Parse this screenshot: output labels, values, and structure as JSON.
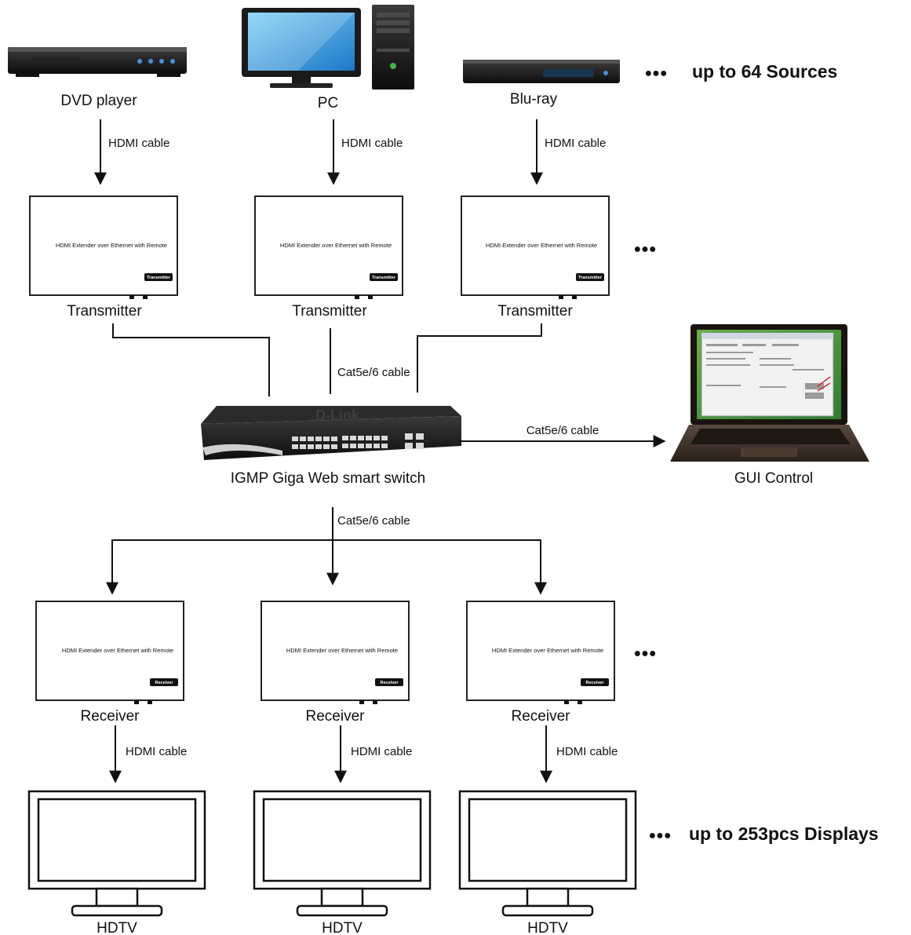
{
  "sources": {
    "dvd": "DVD player",
    "pc": "PC",
    "bluray": "Blu-ray",
    "more": "up to 64 Sources"
  },
  "cables": {
    "hdmi": "HDMI cable",
    "cat": "Cat5e/6 cable"
  },
  "extender": {
    "title": "HDMI Extender over Ethernet with Remote",
    "tx_tag": "Transmitter",
    "rx_tag": "Receiver"
  },
  "labels": {
    "transmitter": "Transmitter",
    "receiver": "Receiver",
    "hdtv": "HDTV"
  },
  "switch": {
    "label": "IGMP Giga Web smart switch",
    "brand": "D-Link"
  },
  "gui": {
    "label": "GUI Control"
  },
  "displays": {
    "more": "up to 253pcs Displays"
  },
  "ellipsis": "●●●"
}
